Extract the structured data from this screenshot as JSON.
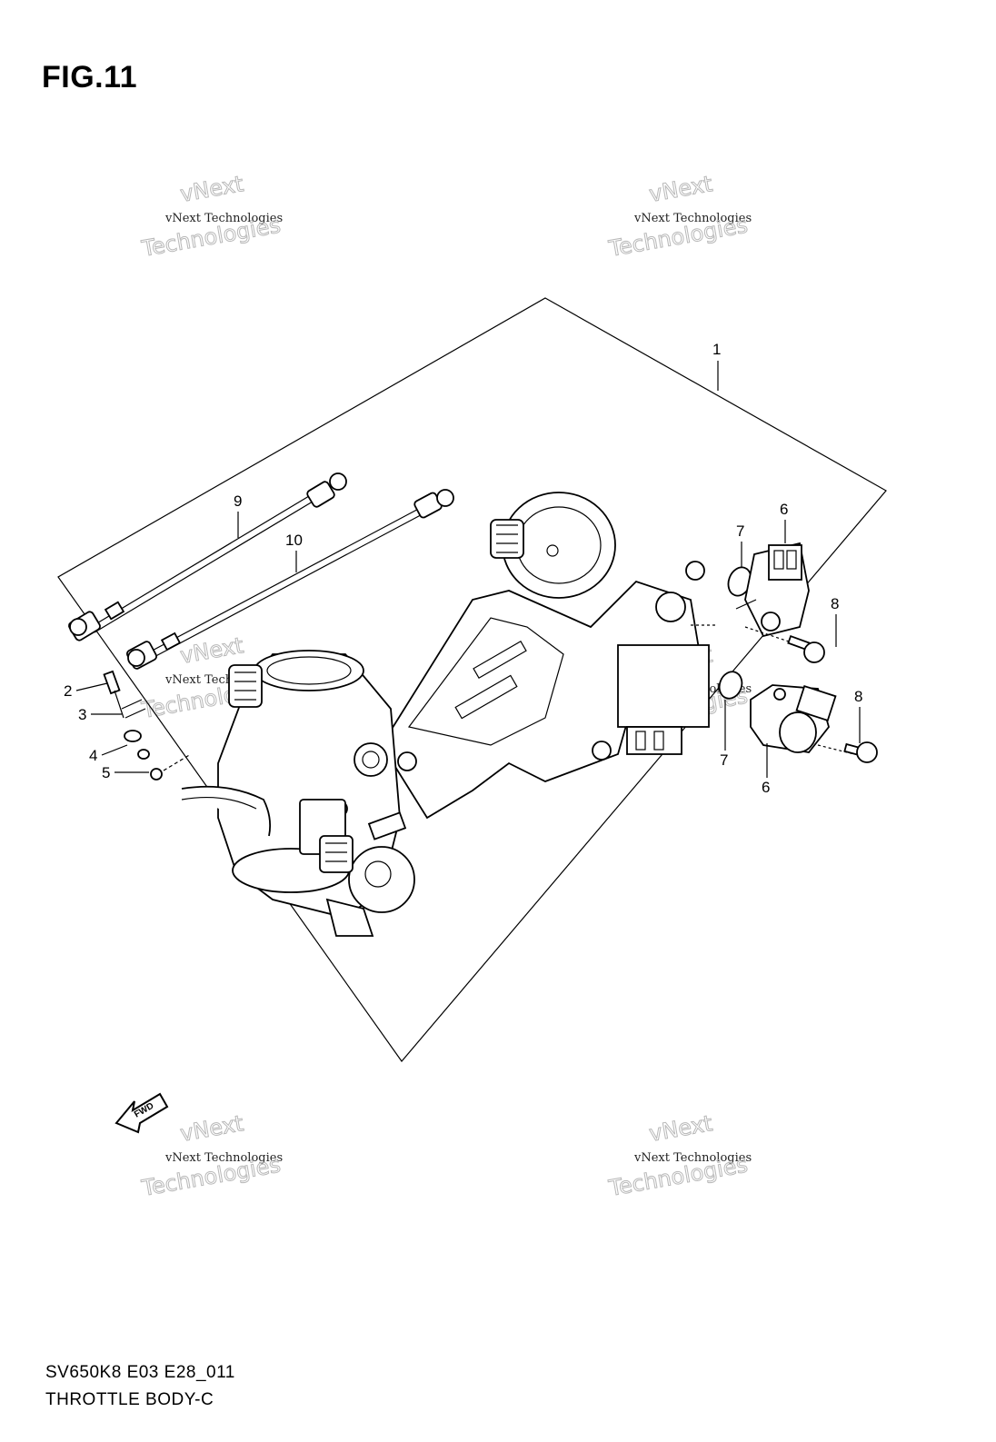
{
  "figure": {
    "title": "FIG.11",
    "model_code": "SV650K8 E03 E28_011",
    "section_name": "THROTTLE BODY-C"
  },
  "callouts": {
    "c1": "1",
    "c2": "2",
    "c3": "3",
    "c4": "4",
    "c5": "5",
    "c6a": "6",
    "c6b": "6",
    "c7a": "7",
    "c7b": "7",
    "c8a": "8",
    "c8b": "8",
    "c9": "9",
    "c10": "10"
  },
  "fwd_label": "FWD",
  "watermark": {
    "line1": "vNext",
    "line2": "vNext Technologies",
    "line3": "Technologies"
  }
}
